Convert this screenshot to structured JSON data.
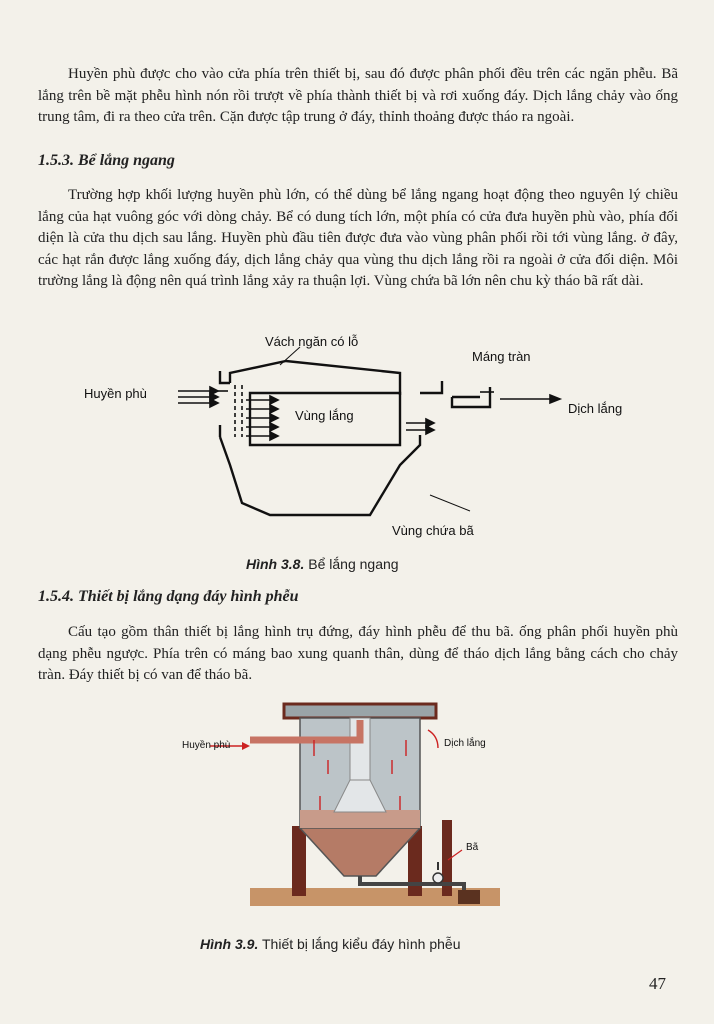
{
  "paragraphs": {
    "p1": "Huyền phù được cho vào cửa phía trên thiết bị, sau đó được phân phối đều trên các ngăn phễu. Bã lắng trên bề mặt phễu hình nón rồi trượt về phía thành thiết bị và rơi xuống đáy. Dịch lắng chảy vào ống trung tâm, đi ra theo cửa trên. Cặn được tập trung ở đáy, thỉnh thoảng được tháo ra ngoài.",
    "p2": "Trường hợp khối lượng huyền phù lớn, có thể dùng bể lắng ngang hoạt động theo nguyên lý chiều lắng của hạt vuông góc với dòng chảy. Bể có dung tích lớn, một phía có cửa đưa huyền phù vào, phía đối diện là cửa thu dịch sau lắng. Huyền phù đầu tiên được đưa vào vùng phân phối rồi tới vùng lắng. ở đây, các hạt rắn được lắng xuống đáy, dịch lắng chảy qua vùng thu dịch lắng rồi ra ngoài ở cửa đối diện. Môi trường lắng là động nên quá trình lắng xảy ra thuận lợi. Vùng chứa bã lớn nên chu kỳ tháo bã rất dài.",
    "p3": "Cấu tạo gồm thân thiết bị lắng hình trụ đứng, đáy hình phễu để thu bã. ống phân phối huyền phù dạng phễu ngược. Phía trên có máng bao xung quanh thân, dùng để tháo dịch lắng bằng cách cho chảy tràn. Đáy thiết bị có van để tháo bã."
  },
  "headings": {
    "h1": "1.5.3. Bể lắng ngang",
    "h2": "1.5.4. Thiết bị lắng dạng đáy hình phễu"
  },
  "figure1": {
    "labels": {
      "vach_ngan": "Vách ngăn có lỗ",
      "mang_tran": "Máng tràn",
      "huyen_phu": "Huyền phù",
      "vung_lang": "Vùng lắng",
      "dich_lang": "Dịch lắng",
      "vung_chua_ba": "Vùng chứa bã"
    },
    "caption_num": "Hình 3.8.",
    "caption_text": "Bể lắng ngang"
  },
  "figure2": {
    "labels": {
      "huyen_phu": "Huyền phù",
      "dich_lang": "Dịch lắng",
      "ba": "Bã"
    },
    "caption_num": "Hình 3.9.",
    "caption_text": "Thiết bị lắng kiểu đáy hình phễu"
  },
  "page_number": "47"
}
